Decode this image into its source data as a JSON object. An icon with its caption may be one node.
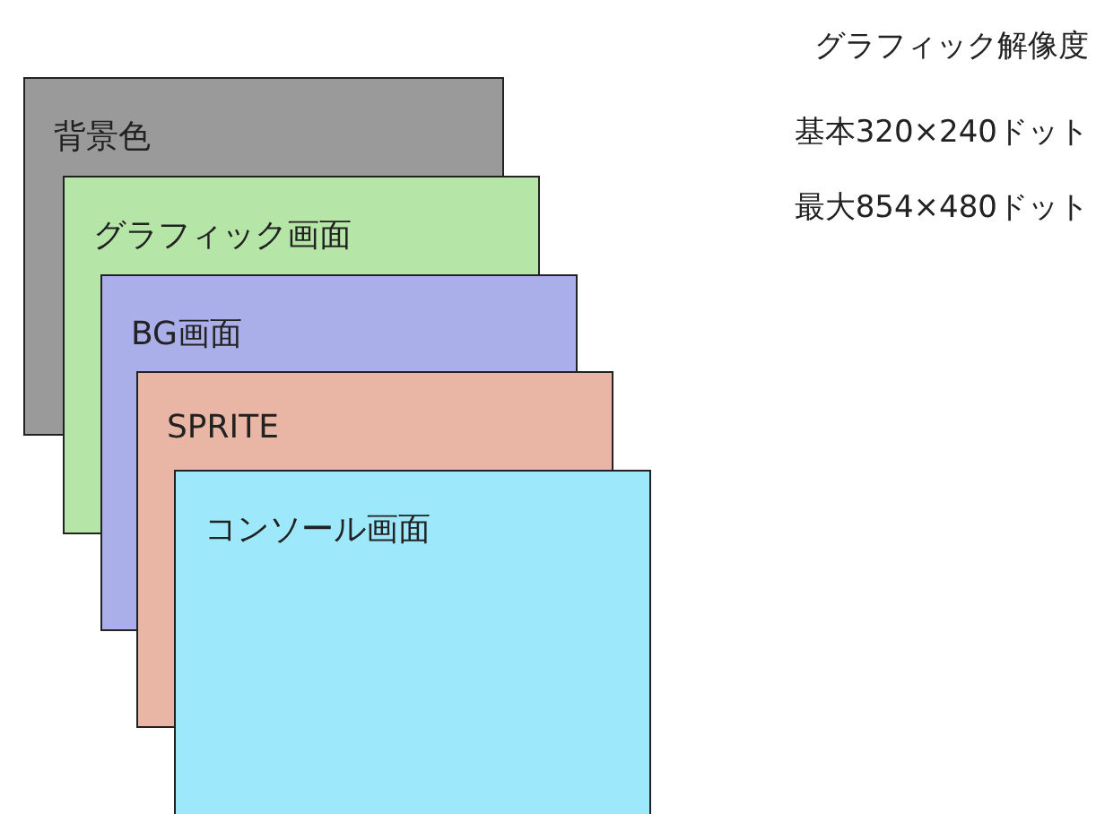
{
  "diagram": {
    "nodes": [
      {
        "text": [
          "背景色"
        ]
      },
      {
        "text": [
          "グラフィック画面"
        ]
      },
      {
        "text": [
          "BG画面"
        ]
      },
      {
        "text": [
          "SPRITE"
        ]
      },
      {
        "text": [
          "コンソール画面"
        ]
      }
    ],
    "labels": [
      "グラフィック解像度",
      "基本320×240ドット",
      "最大854×480ドット"
    ]
  }
}
